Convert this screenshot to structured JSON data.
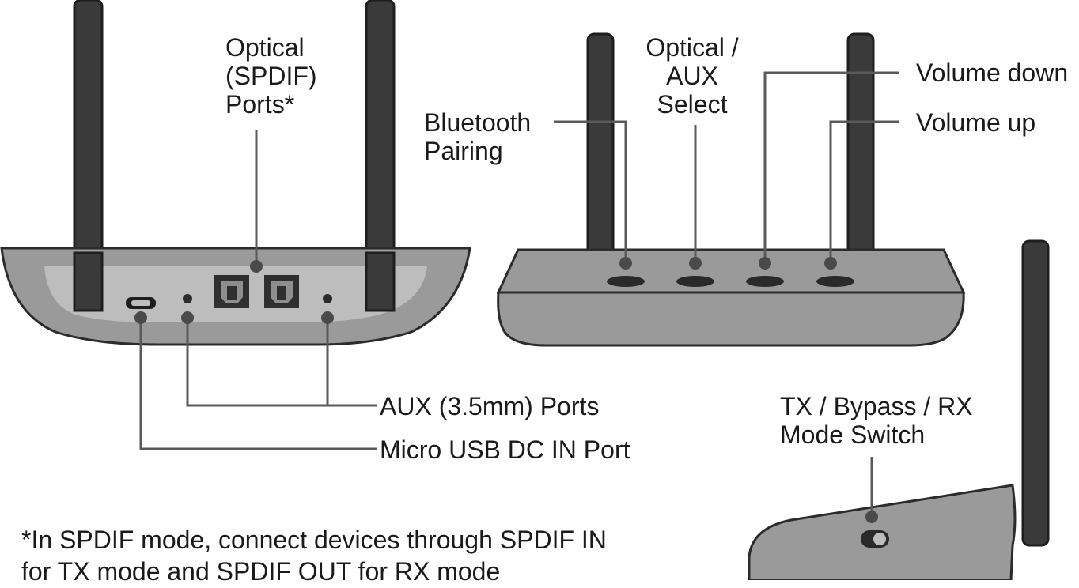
{
  "labels": {
    "optical_spdif_ports": [
      "Optical",
      "(SPDIF)",
      "Ports*"
    ],
    "aux_ports": "AUX (3.5mm) Ports",
    "micro_usb": "Micro USB DC IN Port",
    "bluetooth_pairing": [
      "Bluetooth",
      "Pairing"
    ],
    "optical_aux_select": [
      "Optical /",
      "AUX",
      "Select"
    ],
    "volume_down": "Volume down",
    "volume_up": "Volume up",
    "mode_switch": [
      "TX / Bypass / RX",
      "Mode Switch"
    ]
  },
  "footnote": [
    "*In SPDIF mode, connect devices through SPDIF IN",
    "for TX mode and SPDIF OUT for RX mode"
  ],
  "colors": {
    "body_fill": "#9a9a9a",
    "face_fill": "#bdbdbd",
    "outline": "#2b2b2b",
    "antenna": "#3a3a3a",
    "leader": "#5a5a5a",
    "text": "#1a1a1a"
  }
}
